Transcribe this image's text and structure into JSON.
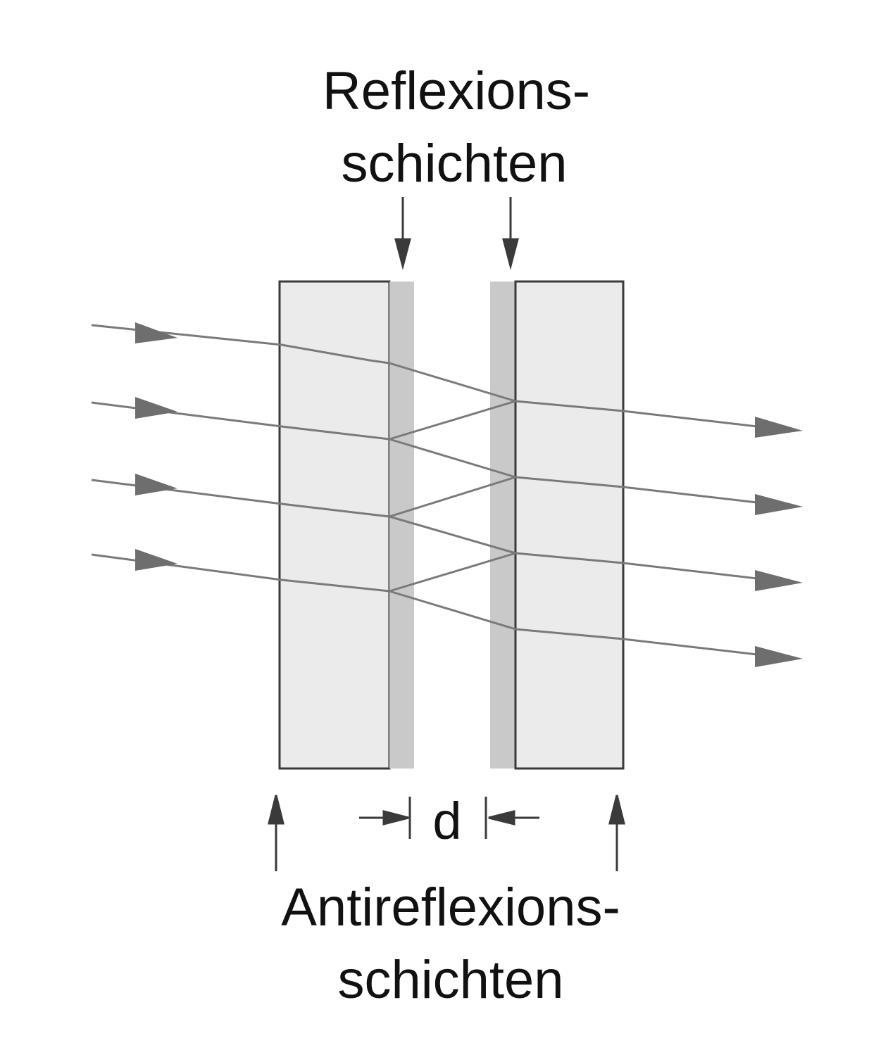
{
  "labels": {
    "top_line1": "Reflexions-",
    "top_line2": "schichten",
    "gap": "d",
    "bottom_line1": "Antireflexions-",
    "bottom_line2": "schichten"
  },
  "colors": {
    "background": "#ffffff",
    "plate_fill": "#ebebeb",
    "plate_stroke": "#3a3a3a",
    "coating_fill": "#c9c9c9",
    "ray": "#7a7a7a",
    "ray_arrow": "#6e6e6e",
    "marker": "#3a3a3a",
    "text": "#111111"
  }
}
